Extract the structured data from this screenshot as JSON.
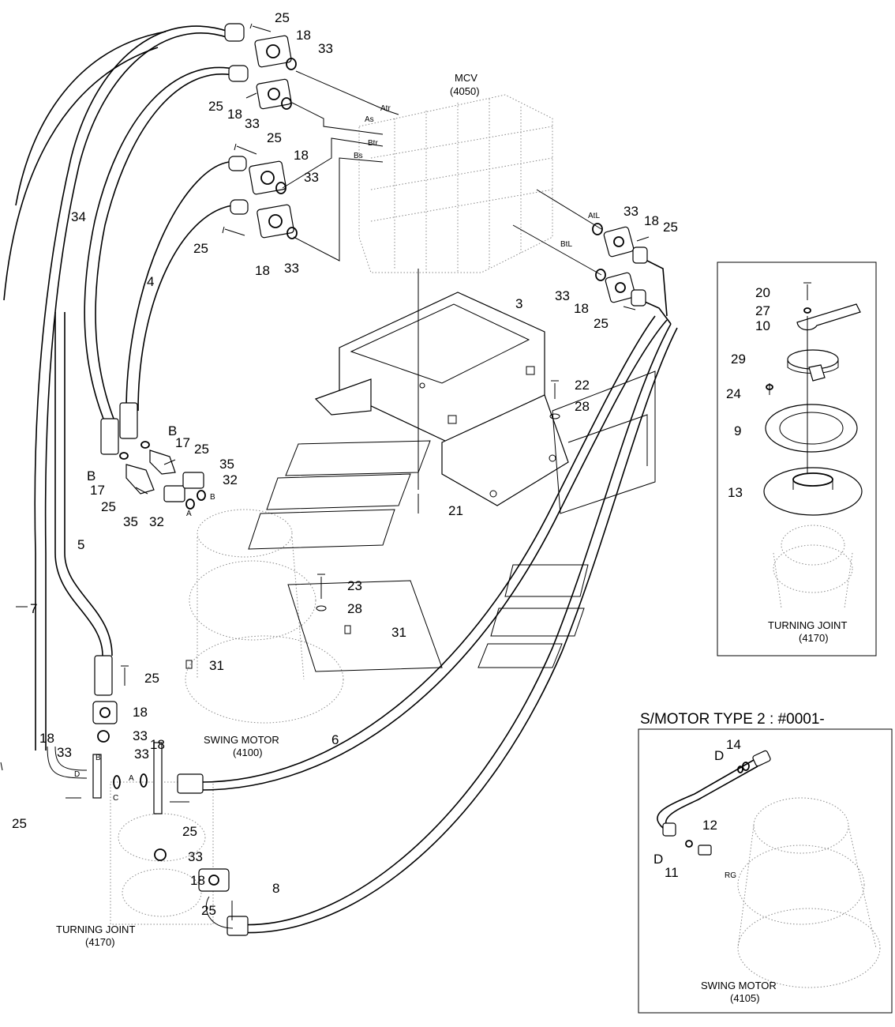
{
  "main_view": {
    "callouts": [
      {
        "id": "c25a",
        "text": "25"
      },
      {
        "id": "c18a",
        "text": "18"
      },
      {
        "id": "c33a",
        "text": "33"
      },
      {
        "id": "c25b",
        "text": "25"
      },
      {
        "id": "c18b",
        "text": "18"
      },
      {
        "id": "c33b",
        "text": "33"
      },
      {
        "id": "c25c",
        "text": "25"
      },
      {
        "id": "c18c",
        "text": "18"
      },
      {
        "id": "c33c",
        "text": "33"
      },
      {
        "id": "c25d",
        "text": "25"
      },
      {
        "id": "c18d",
        "text": "18"
      },
      {
        "id": "c33d",
        "text": "33"
      },
      {
        "id": "c34",
        "text": "34"
      },
      {
        "id": "c4",
        "text": "4"
      },
      {
        "id": "c33e",
        "text": "33"
      },
      {
        "id": "c18e",
        "text": "18"
      },
      {
        "id": "c25e",
        "text": "25"
      },
      {
        "id": "c33f",
        "text": "33"
      },
      {
        "id": "c18f",
        "text": "18"
      },
      {
        "id": "c25f",
        "text": "25"
      },
      {
        "id": "c3",
        "text": "3"
      },
      {
        "id": "c22",
        "text": "22"
      },
      {
        "id": "c28a",
        "text": "28"
      },
      {
        "id": "cBa",
        "text": "B"
      },
      {
        "id": "c17a",
        "text": "17"
      },
      {
        "id": "c25g",
        "text": "25"
      },
      {
        "id": "cBb",
        "text": "B"
      },
      {
        "id": "c17b",
        "text": "17"
      },
      {
        "id": "c35a",
        "text": "35"
      },
      {
        "id": "c32a",
        "text": "32"
      },
      {
        "id": "c25h",
        "text": "25"
      },
      {
        "id": "c35b",
        "text": "35"
      },
      {
        "id": "c32b",
        "text": "32"
      },
      {
        "id": "c21",
        "text": "21"
      },
      {
        "id": "c5",
        "text": "5"
      },
      {
        "id": "c7",
        "text": "7"
      },
      {
        "id": "c23",
        "text": "23"
      },
      {
        "id": "c28b",
        "text": "28"
      },
      {
        "id": "c31a",
        "text": "31"
      },
      {
        "id": "c31b",
        "text": "31"
      },
      {
        "id": "c25i",
        "text": "25"
      },
      {
        "id": "c18g",
        "text": "18"
      },
      {
        "id": "c33g",
        "text": "33"
      },
      {
        "id": "c18h",
        "text": "18"
      },
      {
        "id": "c33h",
        "text": "33"
      },
      {
        "id": "c33i",
        "text": "33"
      },
      {
        "id": "c18i",
        "text": "18"
      },
      {
        "id": "c6",
        "text": "6"
      },
      {
        "id": "c25j",
        "text": "25"
      },
      {
        "id": "c25k",
        "text": "25"
      },
      {
        "id": "c33j",
        "text": "33"
      },
      {
        "id": "c18j",
        "text": "18"
      },
      {
        "id": "c8",
        "text": "8"
      },
      {
        "id": "c25l",
        "text": "25"
      }
    ],
    "port_labels": [
      {
        "id": "pAtr",
        "text": "Atr"
      },
      {
        "id": "pAs",
        "text": "As"
      },
      {
        "id": "pBtr",
        "text": "Btr"
      },
      {
        "id": "pBs",
        "text": "Bs"
      },
      {
        "id": "pAtL",
        "text": "AtL"
      },
      {
        "id": "pBtL",
        "text": "BtL"
      },
      {
        "id": "pA1",
        "text": "A"
      },
      {
        "id": "pB1",
        "text": "B"
      },
      {
        "id": "pB2",
        "text": "B"
      },
      {
        "id": "pC",
        "text": "C"
      },
      {
        "id": "pD",
        "text": "D"
      },
      {
        "id": "pA2",
        "text": "A"
      }
    ],
    "captions": {
      "mcv": "MCV",
      "mcv_ref": "(4050)",
      "swing_motor": "SWING MOTOR",
      "swing_motor_ref": "(4100)",
      "turning_joint": "TURNING JOINT",
      "turning_joint_ref": "(4170)"
    }
  },
  "inset_turning_joint": {
    "callouts": [
      {
        "id": "t20",
        "text": "20"
      },
      {
        "id": "t27",
        "text": "27"
      },
      {
        "id": "t10",
        "text": "10"
      },
      {
        "id": "t29",
        "text": "29"
      },
      {
        "id": "t24",
        "text": "24"
      },
      {
        "id": "t9",
        "text": "9"
      },
      {
        "id": "t13",
        "text": "13"
      }
    ],
    "caption": "TURNING JOINT",
    "caption_ref": "(4170)"
  },
  "inset_smotor": {
    "title": "S/MOTOR TYPE 2 : #0001-",
    "callouts": [
      {
        "id": "s14",
        "text": "14"
      },
      {
        "id": "sD1",
        "text": "D"
      },
      {
        "id": "s12",
        "text": "12"
      },
      {
        "id": "sD2",
        "text": "D"
      },
      {
        "id": "s11",
        "text": "11"
      }
    ],
    "port_label": "RG",
    "caption": "SWING MOTOR",
    "caption_ref": "(4105)"
  }
}
